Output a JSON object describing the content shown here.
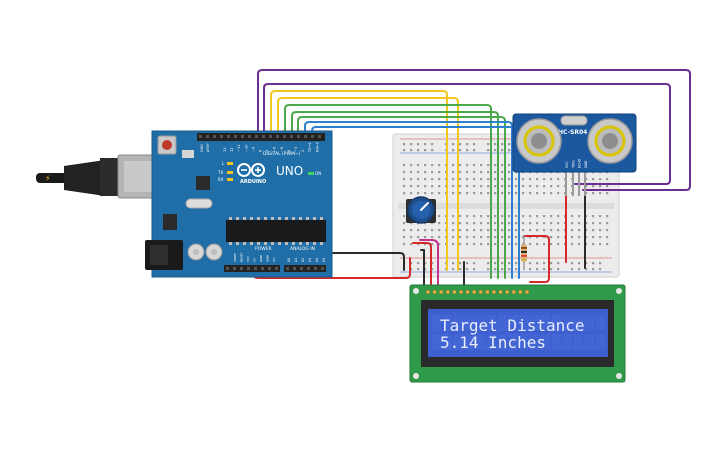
{
  "arduino": {
    "model": "UNO",
    "brand": "ARDUINO",
    "digital_header_label": "DIGITAL (PWM~)",
    "power_label": "POWER",
    "analog_label": "ANALOG IN",
    "on_label": "ON",
    "led_l": "L",
    "led_tx": "TX",
    "led_rx": "RX",
    "aref": "AREF",
    "gnd": "GND",
    "digital_pins": [
      "13",
      "12",
      "~11",
      "~10",
      "~9",
      "8",
      "7",
      "~6",
      "~5",
      "4",
      "~3",
      "2",
      "TX→1",
      "RX←0"
    ],
    "power_pins": [
      "IOREF",
      "RESET",
      "3V3",
      "5V",
      "GND",
      "GND",
      "Vin"
    ],
    "analog_pins": [
      "A0",
      "A1",
      "A2",
      "A3",
      "A4",
      "A5"
    ]
  },
  "sensor": {
    "label": "HC-SR04",
    "pins": [
      "VCC",
      "TRIG",
      "ECHO",
      "GND"
    ]
  },
  "lcd": {
    "line1": "Target Distance",
    "line2": "5.14 Inches"
  },
  "colors": {
    "board": "#1f6ea8",
    "breadboard": "#ececec",
    "lcd_screen": "#3d5fcf",
    "lcd_pcb": "#2f9a4a",
    "wire_purple": "#6b2d8f",
    "wire_yellow": "#f2c81e",
    "wire_green": "#4aa84a",
    "wire_blue": "#2d7fcf",
    "wire_red": "#d62828",
    "wire_black": "#2a2a2a",
    "wire_magenta": "#c2338a"
  }
}
